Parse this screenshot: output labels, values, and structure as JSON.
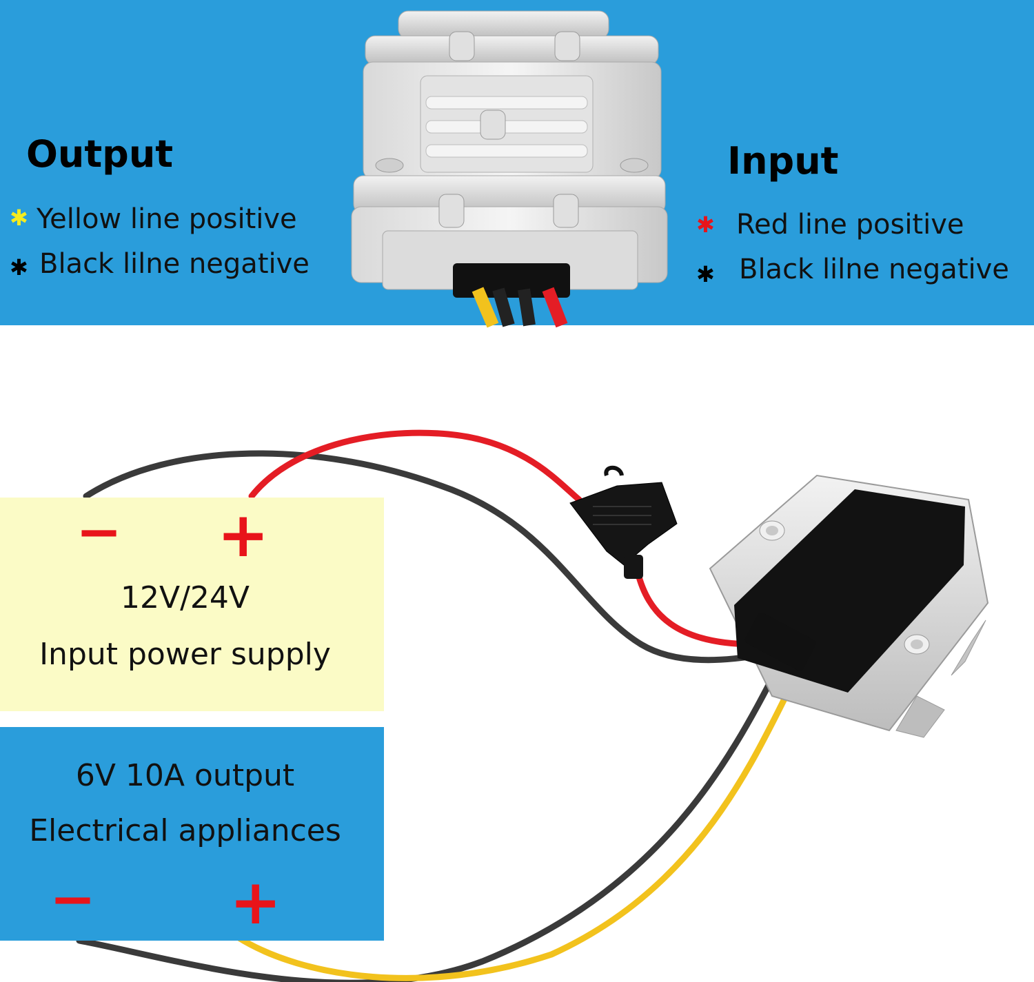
{
  "output_legend": {
    "heading": "Output",
    "positive_label": "Yellow line positive",
    "negative_label": "Black lilne negative",
    "positive_marker_color": "#f4ec20",
    "negative_marker_color": "#000000"
  },
  "input_legend": {
    "heading": "Input",
    "positive_label": "Red line positive",
    "negative_label": "Black lilne negative",
    "positive_marker_color": "#e8141a",
    "negative_marker_color": "#000000"
  },
  "input_box": {
    "minus": "−",
    "plus": "+",
    "voltage": "12V/24V",
    "description": "Input power supply",
    "background": "#fbfbc6"
  },
  "output_box": {
    "rating": "6V 10A output",
    "description": "Electrical appliances",
    "minus": "−",
    "plus": "+",
    "background": "#2a9ddb"
  },
  "wire_colors": {
    "red": "#e41d25",
    "black": "#3a3a3a",
    "yellow": "#f2c21d"
  },
  "band_color": "#2a9ddb",
  "sign_color": "#e8141a"
}
